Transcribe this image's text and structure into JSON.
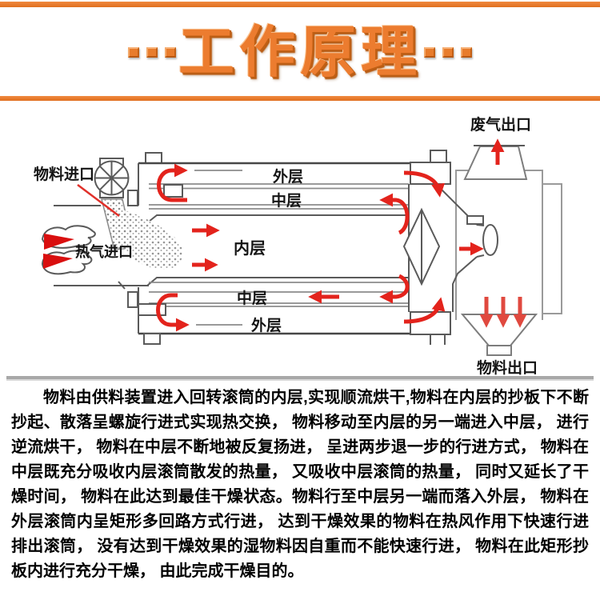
{
  "colors": {
    "header_orange": "#ec7c2f",
    "arrow_red": "#e3231c",
    "soft_red": "#e0493f",
    "flame_red": "#d90f0f",
    "line_gray": "#5a5a5a",
    "divider_gray": "#a8a8a8"
  },
  "header": {
    "title": "工作原理"
  },
  "diagram": {
    "labels": {
      "material_inlet": "物料进口",
      "hot_air_inlet": "热气进口",
      "exhaust_outlet": "废气出口",
      "material_outlet": "物料出口",
      "outer_layer_top": "外层",
      "middle_layer_top": "中层",
      "inner_layer": "内层",
      "middle_layer_bottom": "中层",
      "outer_layer_bottom": "外层"
    }
  },
  "description": {
    "paragraph": "物料由供料装置进入回转滚筒的内层,实现顺流烘干,物料在内层的抄板下不断抄起、散落呈螺旋行进式实现热交换， 物料移动至内层的另一端进入中层， 进行逆流烘干， 物料在中层不断地被反复扬进， 呈进两步退一步的行进方式， 物料在中层既充分吸收内层滚筒散发的热量， 又吸收中层滚筒的热量， 同时又延长了干燥时间， 物料在此达到最佳干燥状态。物料行至中层另一端而落入外层， 物料在外层滚筒内呈矩形多回路方式行进， 达到干燥效果的物料在热风作用下快速行进排出滚筒， 没有达到干燥效果的湿物料因自重而不能快速行进， 物料在此矩形抄板内进行充分干燥， 由此完成干燥目的。"
  }
}
